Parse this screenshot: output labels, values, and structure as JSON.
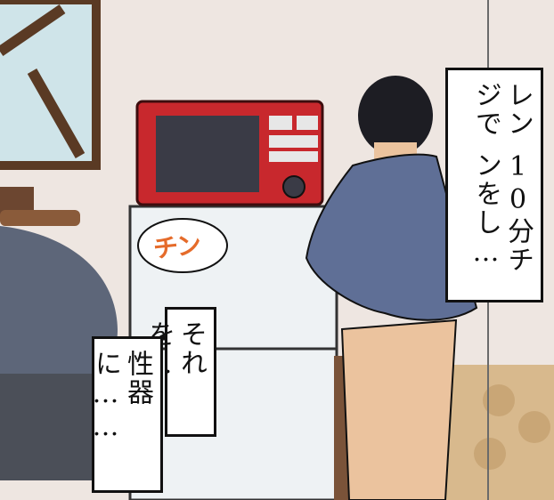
{
  "captions": {
    "right": {
      "col1": "レンジで",
      "col2": "10分チンをし…"
    },
    "middle": {
      "col1": "それを…"
    },
    "left": {
      "col1": "性器に……"
    }
  },
  "sfx": {
    "text": "チン"
  },
  "colors": {
    "wall": "#eee6e1",
    "microwave": "#c8282d",
    "fridge": "#eef2f4",
    "jacket": "#5f6f96",
    "skin": "#ebc39e",
    "firewood": "#d8b98d",
    "sfx": "#e56b2a"
  }
}
